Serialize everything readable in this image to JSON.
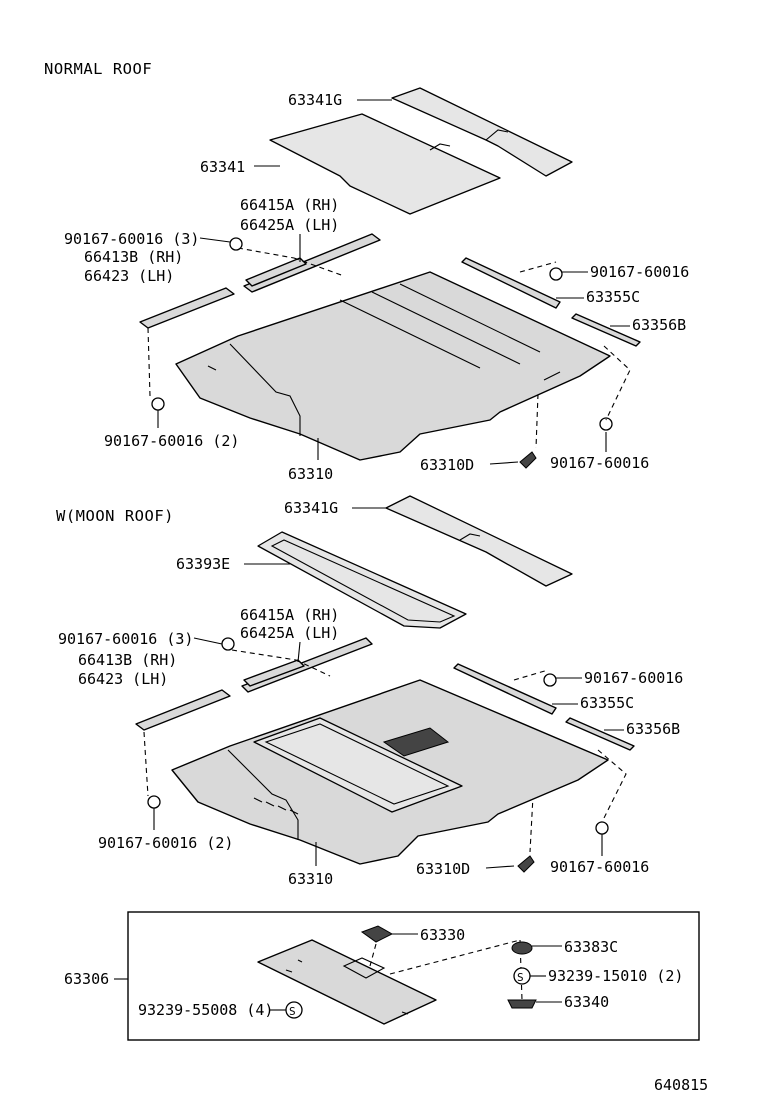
{
  "sections": {
    "normal_roof": "NORMAL ROOF",
    "moon_roof": "W(MOON ROOF)"
  },
  "normal_labels": {
    "p63341G": "63341G",
    "p63341": "63341",
    "p66415A": "66415A (RH)",
    "p66425A": "66425A (LH)",
    "p90167_3": "90167-60016 (3)",
    "p66413B": "66413B (RH)",
    "p66423": "66423  (LH)",
    "p90167_r": "90167-60016",
    "p63355C": "63355C",
    "p63356B": "63356B",
    "p90167_2": "90167-60016 (2)",
    "p63310": "63310",
    "p63310D": "63310D",
    "p90167_b": "90167-60016"
  },
  "moon_labels": {
    "p63341G": "63341G",
    "p63393E": "63393E",
    "p66415A": "66415A (RH)",
    "p66425A": "66425A (LH)",
    "p90167_3": "90167-60016 (3)",
    "p66413B": "66413B (RH)",
    "p66423": "66423  (LH)",
    "p90167_r": "90167-60016",
    "p63355C": "63355C",
    "p63356B": "63356B",
    "p90167_2": "90167-60016 (2)",
    "p63310": "63310",
    "p63310D": "63310D",
    "p90167_b": "90167-60016"
  },
  "lamp_labels": {
    "p63306": "63306",
    "p63330": "63330",
    "p63383C": "63383C",
    "p93239_15010": "93239-15010 (2)",
    "p63340": "63340",
    "p93239_55008": "93239-55008 (4)",
    "s_mark": "S"
  },
  "figure_code": "640815"
}
